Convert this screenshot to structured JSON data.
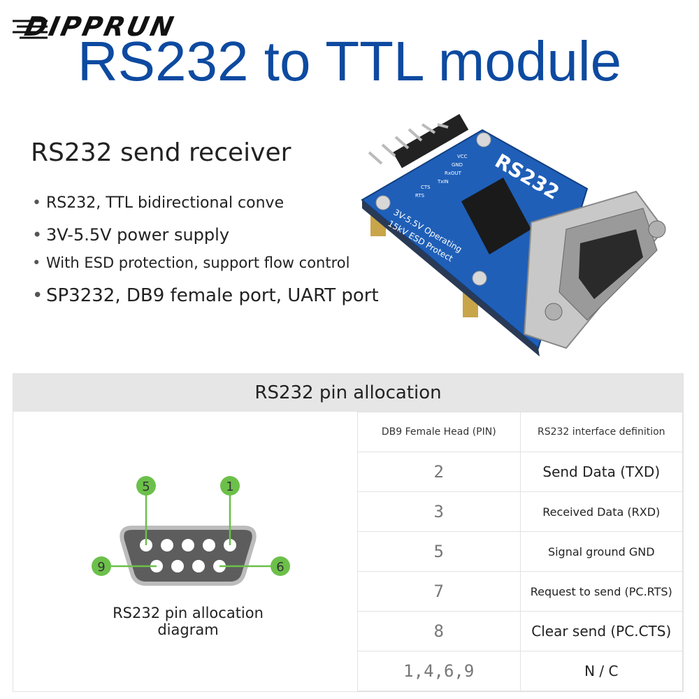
{
  "brand": {
    "name": "DIPPRUN"
  },
  "title": "RS232 to TTL module",
  "subtitle": "RS232 send receiver",
  "features": [
    "RS232, TTL bidirectional conve",
    "3V-5.5V power supply",
    "With ESD protection, support flow control",
    "SP3232, DB9 female port, UART port"
  ],
  "board": {
    "label": "RS232",
    "silkscreen": [
      "3V-5.5V Operating",
      "15kV ESD Protect"
    ],
    "pins": [
      "VCC",
      "GND",
      "RxOUT",
      "TxIN",
      "CTS",
      "RTS"
    ]
  },
  "pin_section": {
    "header": "RS232 pin allocation",
    "diagram_caption": "RS232 pin allocation diagram",
    "diagram_labels": [
      "5",
      "1",
      "9",
      "6"
    ],
    "columns": [
      "DB9 Female Head (PIN)",
      "RS232 interface definition"
    ],
    "rows": [
      {
        "pin": "2",
        "definition": "Send Data (TXD)"
      },
      {
        "pin": "3",
        "definition": "Received Data (RXD)"
      },
      {
        "pin": "5",
        "definition": "Signal ground GND"
      },
      {
        "pin": "7",
        "definition": "Request to send (PC.RTS)"
      },
      {
        "pin": "8",
        "definition": "Clear send (PC.CTS)"
      },
      {
        "pin": "1,4,6,9",
        "definition": "N / C"
      }
    ]
  },
  "colors": {
    "title": "#0d4aa0",
    "board": "#1f5fb8",
    "pin_marker": "#6cc04a"
  }
}
